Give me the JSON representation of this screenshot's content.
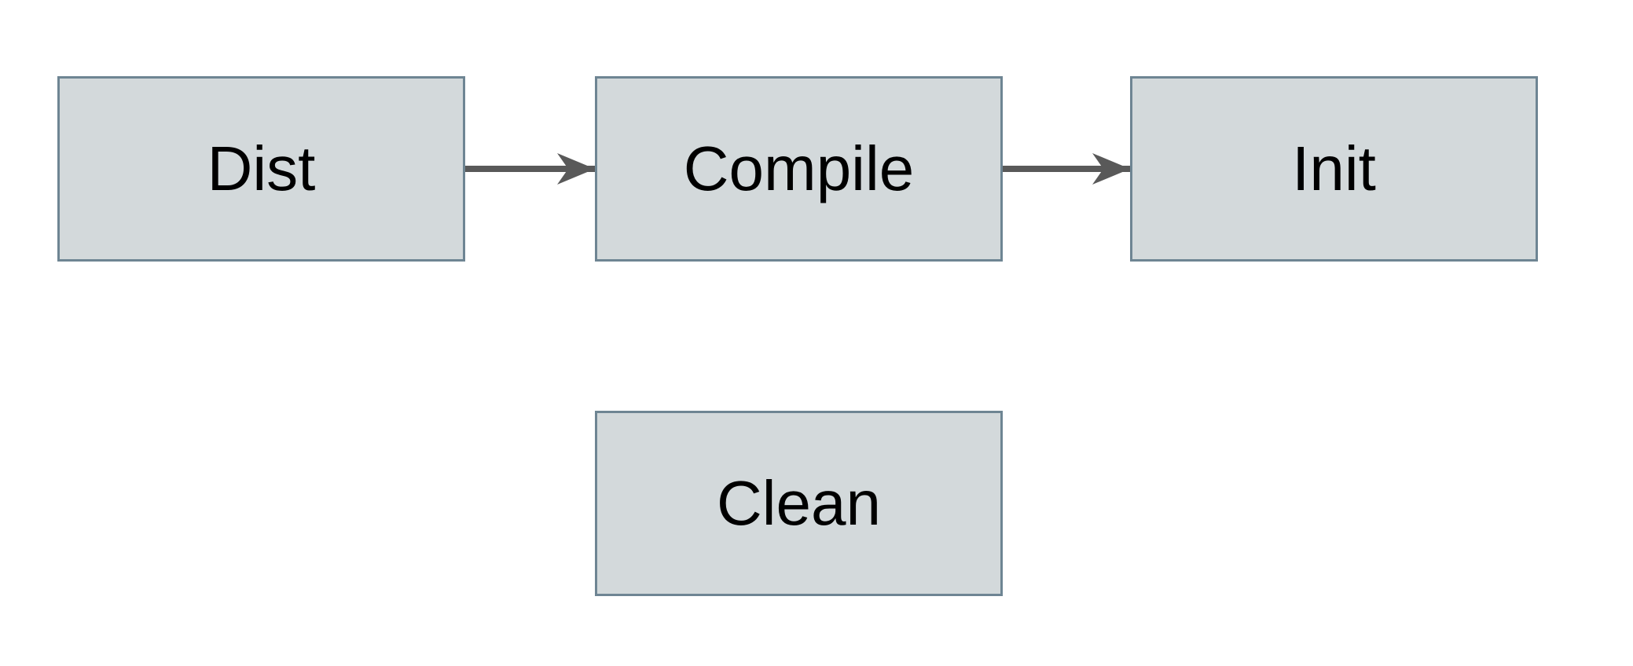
{
  "diagram": {
    "nodes": [
      {
        "id": "dist",
        "label": "Dist"
      },
      {
        "id": "compile",
        "label": "Compile"
      },
      {
        "id": "init",
        "label": "Init"
      },
      {
        "id": "clean",
        "label": "Clean"
      }
    ],
    "edges": [
      {
        "from": "dist",
        "to": "compile"
      },
      {
        "from": "compile",
        "to": "init"
      }
    ]
  },
  "theme": {
    "background": "#ffffff",
    "node_fill": "#d3d9db",
    "node_border": "#6e8593",
    "node_text": "#000000",
    "arrow_color": "#595959"
  }
}
